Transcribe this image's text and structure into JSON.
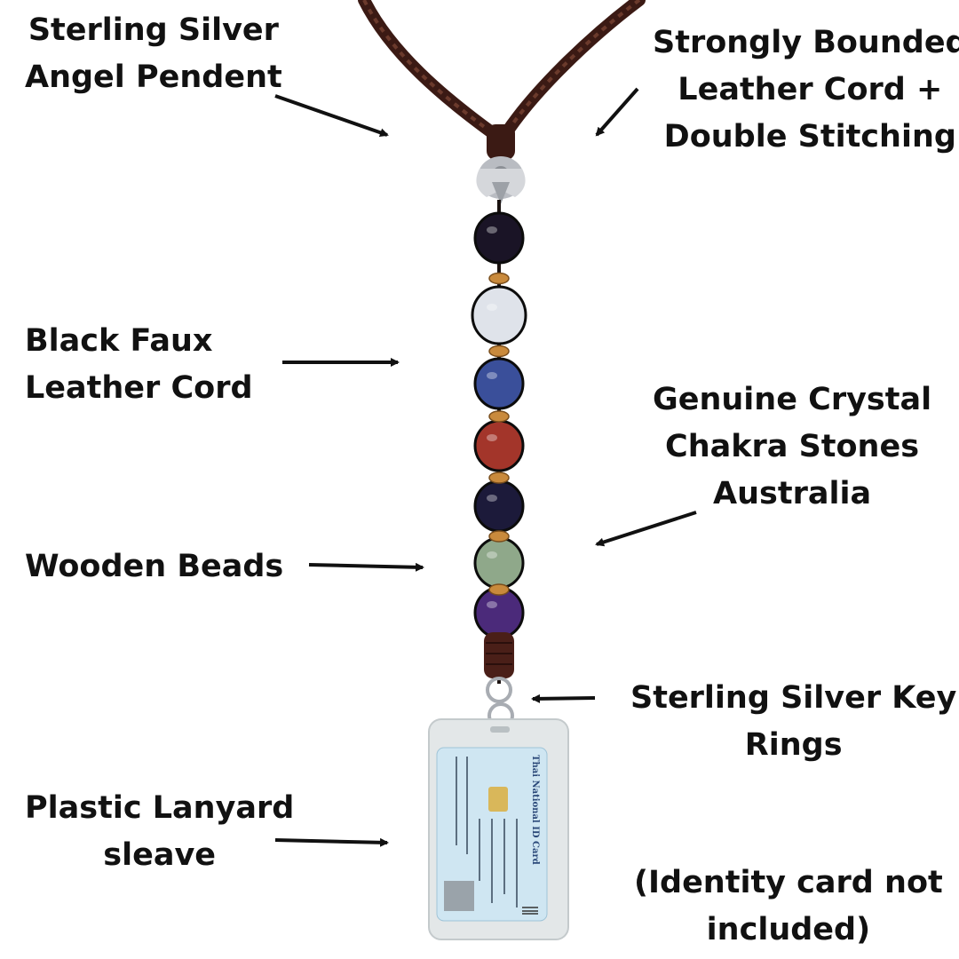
{
  "labels": {
    "angel_pendant": [
      "Sterling Silver",
      "Angel Pendent"
    ],
    "leather_cord_stitching": [
      "Strongly Bounded",
      "Leather Cord +",
      "Double Stitching"
    ],
    "black_faux_cord": [
      "Black Faux",
      "Leather Cord"
    ],
    "chakra_stones": [
      "Genuine Crystal",
      "Chakra Stones",
      "Australia"
    ],
    "wooden_beads": [
      "Wooden Beads"
    ],
    "key_rings": [
      "Sterling Silver Key",
      "Rings"
    ],
    "plastic_sleeve": [
      "Plastic Lanyard",
      "sleave"
    ],
    "disclaimer": [
      "(Identity card not",
      "included)"
    ]
  },
  "card": {
    "title": "Thai National ID Card"
  },
  "colors": {
    "text": "#111111",
    "cord": "#3b1a14",
    "stones": [
      "#1a1426",
      "#dfe3ea",
      "#3a4f9a",
      "#a3352a",
      "#1c1a3a",
      "#8fa88a",
      "#4b2a7a"
    ]
  }
}
